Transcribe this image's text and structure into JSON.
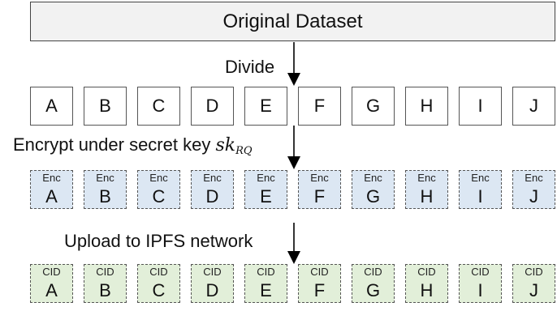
{
  "header": {
    "title": "Original Dataset"
  },
  "steps": {
    "divide": "Divide",
    "encrypt": "Encrypt under secret key",
    "encrypt_key": "sk",
    "encrypt_key_sub": "RQ",
    "upload": "Upload to IPFS network"
  },
  "blocks": [
    "A",
    "B",
    "C",
    "D",
    "E",
    "F",
    "G",
    "H",
    "I",
    "J"
  ],
  "enc_tag": "Enc",
  "cid_tag": "CID",
  "colors": {
    "enc_fill": "#dce7f3",
    "cid_fill": "#e2efd9",
    "border": "#555555"
  }
}
